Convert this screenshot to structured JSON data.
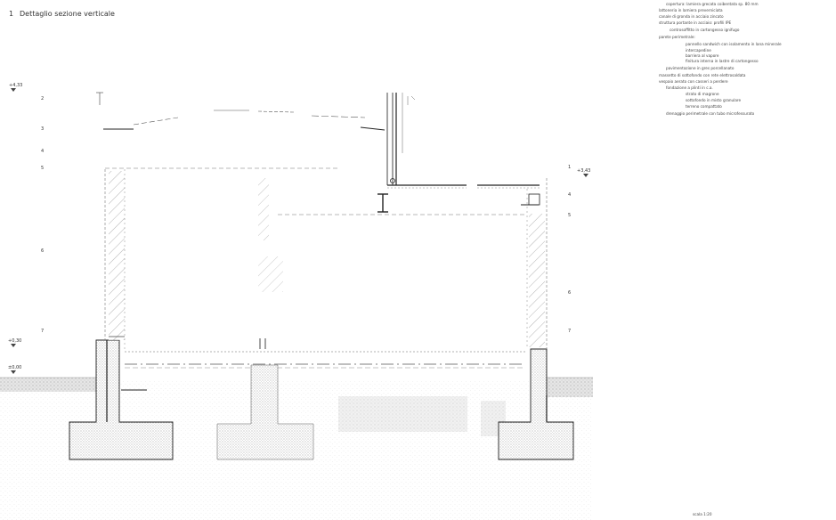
{
  "drawing": {
    "title_number": "1",
    "title": "Dettaglio sezione verticale",
    "levels": {
      "top_left": "+4,33",
      "top_right": "+3,43",
      "floor_left": "+0,30",
      "ground_left": "±0,00"
    },
    "left_callouts": [
      "2",
      "3",
      "4",
      "5",
      "6",
      "7"
    ],
    "right_callouts": [
      "1",
      "4",
      "5",
      "6",
      "7"
    ],
    "notes": [
      "copertura: lamiera grecata coibentata sp. 80 mm",
      "lattoneria in lamiera preverniciata",
      "canale di gronda in acciaio zincato",
      "struttura portante in acciaio: profili IPE",
      "controsoffitto in cartongesso ignifugo",
      "parete perimetrale:",
      "pannello sandwich con isolamento in lana minerale",
      "intercapedine",
      "barriera al vapore",
      "finitura interna in lastre di cartongesso",
      "pavimentazione in gres porcellanato",
      "massetto di sottofondo con rete elettrosaldata",
      "vespaio aerato con casseri a perdere",
      "fondazione a plinti in c.a.",
      "strato di magrone",
      "sottofondo in misto granulare",
      "terreno compattato",
      "drenaggio perimetrale con tubo microfessurato"
    ],
    "footer_note": "scala 1:20"
  }
}
